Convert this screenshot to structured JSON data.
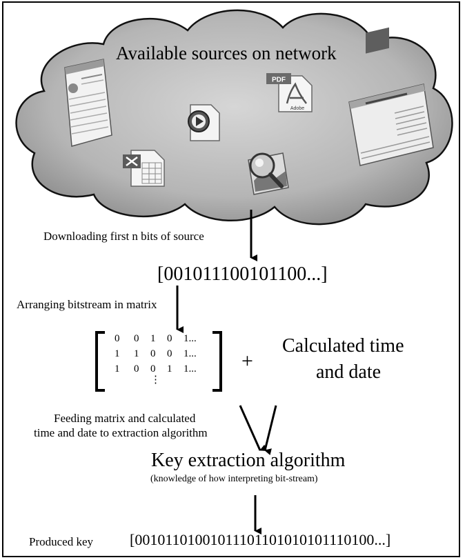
{
  "cloud": {
    "title": "Available sources on network",
    "icons": {
      "browser_left": "web-page-icon",
      "media": "media-player-icon",
      "pdf": "pdf-document-icon",
      "pdf_label": "PDF",
      "pdf_brand": "Adobe",
      "spreadsheet": "spreadsheet-icon",
      "image_viewer": "image-search-icon",
      "newspaper": "newspaper-page-icon"
    }
  },
  "steps": {
    "download_label": "Downloading first n bits of source",
    "bitstream": "[001011100101100...]",
    "arrange_label": "Arranging bitstream in matrix",
    "matrix": {
      "rows": [
        [
          "0",
          "0",
          "1",
          "0",
          "1..."
        ],
        [
          "1",
          "1",
          "0",
          "0",
          "1..."
        ],
        [
          "1",
          "0",
          "0",
          "1",
          "1..."
        ]
      ],
      "vdots": "⋮"
    },
    "plus": "+",
    "time_line1": "Calculated time",
    "time_line2": "and date",
    "feed_line1": "Feeding matrix and calculated",
    "feed_line2": "time and date to extraction algorithm",
    "algorithm_title": "Key extraction algorithm",
    "algorithm_sub": "(knowledge of how interpreting bit-stream)",
    "produced_label": "Produced key",
    "produced_key": "[00101101001011101101010101110100...]"
  }
}
